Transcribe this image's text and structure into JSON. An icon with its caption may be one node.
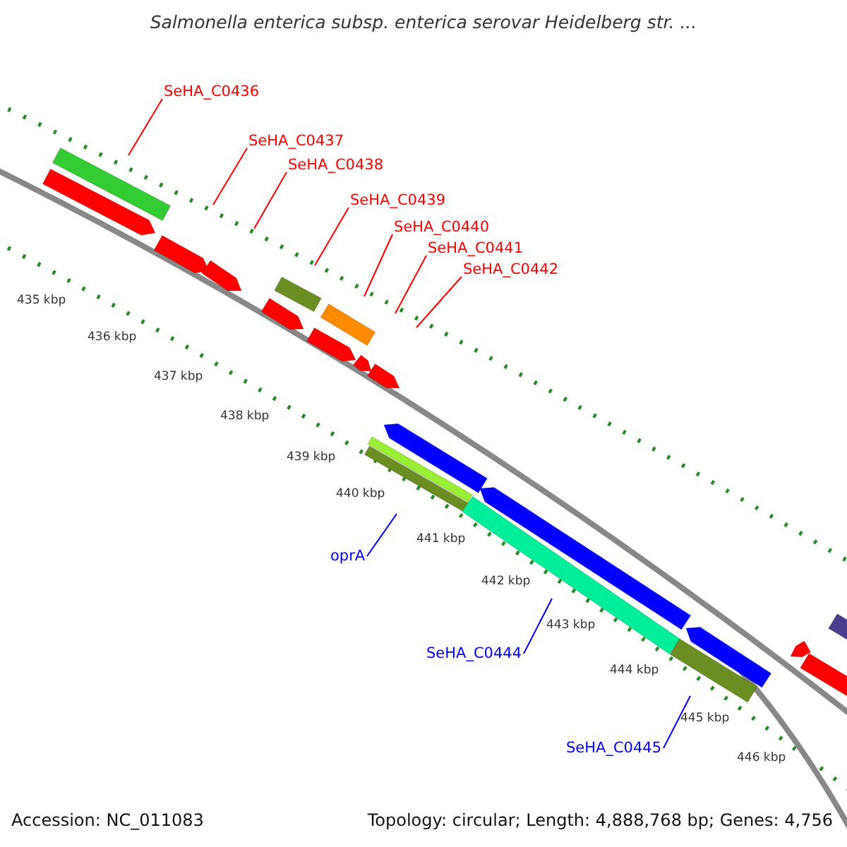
{
  "diagram": {
    "title": "Salmonella enterica subsp. enterica serovar Heidelberg str. ...",
    "nodes": [
      {
        "text": [
          "SeHA_C0436"
        ]
      },
      {
        "text": [
          "SeHA_C0437"
        ]
      },
      {
        "text": [
          "SeHA_C0438"
        ]
      },
      {
        "text": [
          "SeHA_C0439"
        ]
      },
      {
        "text": [
          "SeHA_C0440"
        ]
      },
      {
        "text": [
          "SeHA_C0441"
        ]
      },
      {
        "text": [
          "SeHA_C0442"
        ]
      },
      {
        "text": [
          "oprA"
        ]
      },
      {
        "text": [
          "SeHA_C0444"
        ]
      },
      {
        "text": [
          "SeHA_C0445"
        ]
      }
    ],
    "edges": [
      {
        "from": 0,
        "to": null,
        "arrow": "none"
      },
      {
        "from": 1,
        "to": null,
        "arrow": "none"
      },
      {
        "from": 2,
        "to": null,
        "arrow": "none"
      },
      {
        "from": 3,
        "to": null,
        "arrow": "none"
      },
      {
        "from": 4,
        "to": null,
        "arrow": "none"
      },
      {
        "from": 5,
        "to": null,
        "arrow": "none"
      },
      {
        "from": 6,
        "to": null,
        "arrow": "none"
      },
      {
        "from": 7,
        "to": null,
        "arrow": "none",
        "color": "#0000ff"
      },
      {
        "from": 8,
        "to": null,
        "arrow": "none",
        "color": "#0000ff"
      },
      {
        "from": 9,
        "to": null,
        "arrow": "none",
        "color": "#0000ff"
      }
    ],
    "labels": [
      "435 kbp",
      "436 kbp",
      "437 kbp",
      "438 kbp",
      "439 kbp",
      "440 kbp",
      "441 kbp",
      "442 kbp",
      "443 kbp",
      "444 kbp",
      "445 kbp",
      "446 kbp",
      "Accession: NC_011083",
      "Topology: circular; Length: 4,888,768 bp; Genes: 4,756"
    ]
  }
}
